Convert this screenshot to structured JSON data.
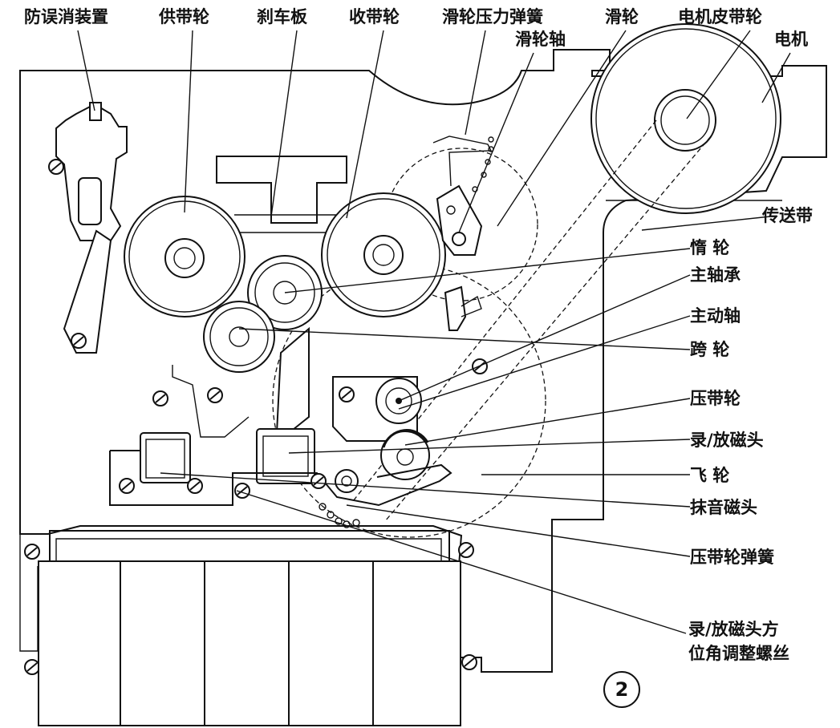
{
  "labels": {
    "anti_erase": "防误消装置",
    "supply_reel": "供带轮",
    "brake_plate": "刹车板",
    "takeup_reel": "收带轮",
    "pulley_spring": "滑轮压力弹簧",
    "pulley_shaft": "滑轮轴",
    "pulley": "滑轮",
    "motor_pulley": "电机皮带轮",
    "motor": "电机",
    "belt": "传送带",
    "idler": "惰 轮",
    "main_bearing": "主轴承",
    "capstan": "主动轴",
    "bridge_wheel": "跨 轮",
    "pinch_roller": "压带轮",
    "rec_play_head": "录/放磁头",
    "flywheel": "飞 轮",
    "erase_head": "抹音磁头",
    "pinch_spring": "压带轮弹簧",
    "azimuth_screw_1": "录/放磁头方",
    "azimuth_screw_2": "位角调整螺丝"
  },
  "figure_number": "2"
}
